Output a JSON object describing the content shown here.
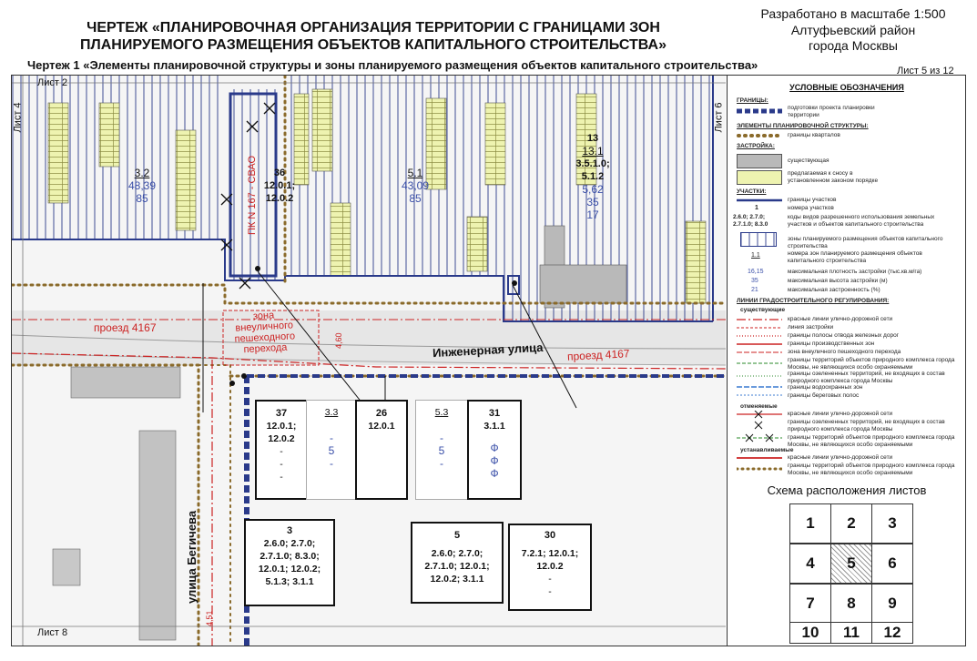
{
  "header": {
    "title_line1": "ЧЕРТЕЖ «ПЛАНИРОВОЧНАЯ ОРГАНИЗАЦИЯ ТЕРРИТОРИИ С ГРАНИЦАМИ ЗОН",
    "title_line2": "ПЛАНИРУЕМОГО РАЗМЕЩЕНИЯ ОБЪЕКТОВ КАПИТАЛЬНОГО СТРОИТЕЛЬСТВА»",
    "subtitle": "Чертеж 1 «Элементы планировочной структуры и зоны планируемого размещения объектов капитального строительства»",
    "scale": "Разработано в масштабе 1:500",
    "district": "Алтуфьевский район",
    "city": "города Москвы",
    "sheet": "Лист 5 из 12"
  },
  "map": {
    "sheet_labels": {
      "top_left": "Лист 2",
      "left": "Лист 4",
      "right": "Лист 6",
      "bottom": "Лист 8"
    },
    "streets": {
      "main": "Инженерная улица",
      "proezd_right": "проезд 4167",
      "proezd_left": "проезд 4167",
      "side": "улица Бегичева"
    },
    "zone_note": "зона внеуличного пешеходного перехода",
    "pk_label": "ПК N 167 - СВАО",
    "dims": {
      "d1": "4,60",
      "d2": "4,51"
    },
    "blocks": [
      {
        "id": "3.2",
        "density": "48,39",
        "height": "85"
      },
      {
        "id": "5.1",
        "density": "43,09",
        "height": "85"
      },
      {
        "id": "13",
        "id2": "13.1",
        "codes1": "3.5.1.0;",
        "codes2": "5.1.2",
        "density": "5,62",
        "height": "35",
        "pct": "17"
      }
    ],
    "parcel36": {
      "num": "36",
      "c1": "12.0.1;",
      "c2": "12.0.2"
    },
    "zones_row": [
      {
        "num": "37",
        "c1": "12.0.1;",
        "c2": "12.0.2",
        "v1": "-",
        "v2": "-",
        "v3": "-"
      },
      {
        "num": "3.3",
        "v1": "-",
        "v2": "5",
        "v3": "-"
      },
      {
        "num": "26",
        "c1": "12.0.1"
      },
      {
        "num": "5.3",
        "v1": "-",
        "v2": "5",
        "v3": "-"
      },
      {
        "num": "31",
        "c1": "3.1.1",
        "v1": "Ф",
        "v2": "Ф",
        "v3": "Ф"
      }
    ],
    "parcel3": {
      "num": "3",
      "lines": [
        "2.6.0; 2.7.0;",
        "2.7.1.0; 8.3.0;",
        "12.0.1; 12.0.2;",
        "5.1.3; 3.1.1"
      ]
    },
    "parcel5": {
      "num": "5",
      "lines": [
        "2.6.0; 2.7.0;",
        "2.7.1.0; 12.0.1;",
        "12.0.2; 3.1.1"
      ]
    },
    "parcel30": {
      "num": "30",
      "lines": [
        "7.2.1; 12.0.1;",
        "12.0.2",
        "-",
        "-"
      ]
    }
  },
  "legend": {
    "title": "УСЛОВНЫЕ ОБОЗНАЧЕНИЯ",
    "h_borders": "ГРАНИЦЫ:",
    "borders_item": "подготовки проекта планировки территории",
    "h_elements": "ЭЛЕМЕНТЫ ПЛАНИРОВОЧНОЙ СТРУКТУРЫ:",
    "elements_item": "границы кварталов",
    "h_build": "ЗАСТРОЙКА:",
    "build_existing": "существующая",
    "build_demolish": "предлагаемая к сносу в установленном законом порядке",
    "h_parcels": "УЧАСТКИ:",
    "parcels_border": "границы участков",
    "parcels_num_sym": "1",
    "parcels_num": "номера участков",
    "codes_sym": "2.6.0; 2.7.0; 2.7.1.0; 8.3.0",
    "codes_text": "коды видов разрешенного использования земельных участков и объектов капитального строительства",
    "zones_text": "зоны планируемого размещения объектов капитального строительства",
    "zone_num_sym": "1.1",
    "zone_num_text": "номера зон планируемого размещения объектов капитального строительства",
    "density_sym": "16,15",
    "density_text": "максимальная плотность застройки (тыс.кв.м/га)",
    "height_sym": "35",
    "height_text": "максимальная высота застройки (м)",
    "pct_sym": "21",
    "pct_text": "максимальная застроенность (%)",
    "h_lines": "ЛИНИИ ГРАДОСТРОИТЕЛЬНОГО РЕГУЛИРОВАНИЯ:",
    "sub_existing": "существующие",
    "lines": [
      "красные линии улично-дорожной сети",
      "линия застройки",
      "границы полосы отвода железных дорог",
      "границы производственных зон",
      "зона внеуличного пешеходного перехода",
      "границы территорий объектов природного комплекса города Москвы, не являющихся особо охраняемыми",
      "границы озелененных территорий, не входящих в состав природного комплекса города Москвы",
      "границы водоохранных зон",
      "границы береговых полос"
    ],
    "sub_cancel": "отменяемые",
    "cancel_lines": [
      "красные линии улично-дорожной сети",
      "границы озелененных территорий, не входящих в состав природного комплекса города Москвы",
      "границы территорий объектов природного комплекса города Москвы, не являющихся особо охраняемыми"
    ],
    "sub_set": "устанавливаемые",
    "set_lines": [
      "красные линии улично-дорожной сети",
      "границы территорий объектов природного комплекса города Москвы, не являющихся особо охраняемыми"
    ],
    "scheme_title": "Схема расположения листов",
    "scheme_cells": [
      "1",
      "2",
      "3",
      "4",
      "5",
      "6",
      "7",
      "8",
      "9",
      "10",
      "11",
      "12"
    ],
    "current_sheet": "5"
  }
}
